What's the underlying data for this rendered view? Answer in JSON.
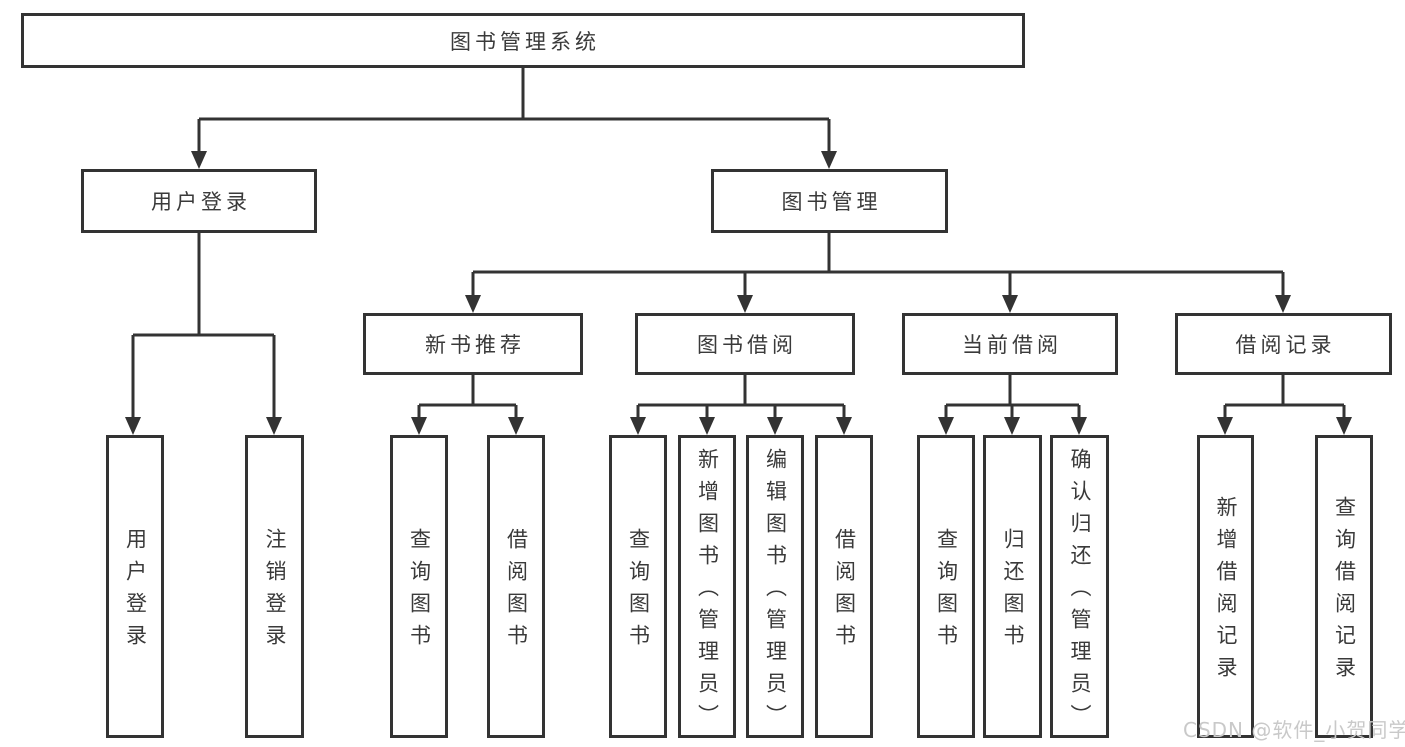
{
  "diagram_title": "图书管理系统",
  "type": "hierarchy-diagram",
  "colors": {
    "line": "#333333",
    "border": "#333333",
    "text": "#3a3a3a",
    "background": "#ffffff",
    "watermark": "#c9c9c9"
  },
  "nodes": {
    "root": {
      "label": "图书管理系统"
    },
    "user_login": {
      "label": "用户登录",
      "parent": "root"
    },
    "book_mgmt": {
      "label": "图书管理",
      "parent": "root"
    },
    "new_book_rec": {
      "label": "新书推荐",
      "parent": "book_mgmt"
    },
    "book_borrow": {
      "label": "图书借阅",
      "parent": "book_mgmt"
    },
    "current_borrow": {
      "label": "当前借阅",
      "parent": "book_mgmt"
    },
    "borrow_records": {
      "label": "借阅记录",
      "parent": "book_mgmt"
    },
    "leaf_user_login": {
      "label": "用户登录",
      "parent": "user_login"
    },
    "leaf_logout": {
      "label": "注销登录",
      "parent": "user_login"
    },
    "leaf_query_book_rec": {
      "label": "查询图书",
      "parent": "new_book_rec"
    },
    "leaf_borrow_book_rec": {
      "label": "借阅图书",
      "parent": "new_book_rec"
    },
    "leaf_query_book_borrow": {
      "label": "查询图书",
      "parent": "book_borrow"
    },
    "leaf_add_book": {
      "label": "新增图书（管理员）",
      "parent": "book_borrow"
    },
    "leaf_edit_book": {
      "label": "编辑图书（管理员）",
      "parent": "book_borrow"
    },
    "leaf_borrow_book": {
      "label": "借阅图书",
      "parent": "book_borrow"
    },
    "leaf_query_book_cur": {
      "label": "查询图书",
      "parent": "current_borrow"
    },
    "leaf_return_book": {
      "label": "归还图书",
      "parent": "current_borrow"
    },
    "leaf_confirm_return": {
      "label": "确认归还（管理员）",
      "parent": "current_borrow"
    },
    "leaf_add_record": {
      "label": "新增借阅记录",
      "parent": "borrow_records"
    },
    "leaf_query_record": {
      "label": "查询借阅记录",
      "parent": "borrow_records"
    }
  },
  "watermark": {
    "text": "CSDN @软件_小贺同学"
  }
}
